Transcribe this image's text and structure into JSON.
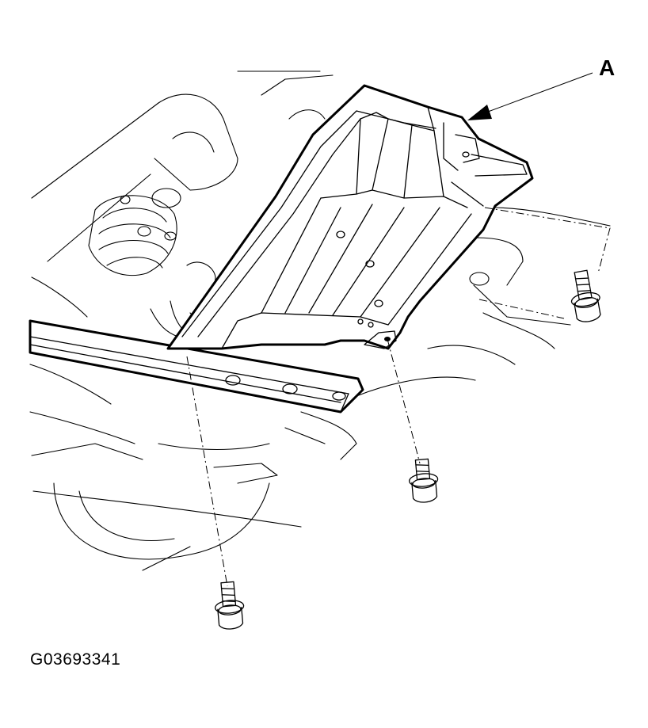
{
  "callout": {
    "label": "A"
  },
  "figure_code": "G03693341",
  "parts": {
    "skid_plate": "skid-plate",
    "bolts": [
      "bolt-right",
      "bolt-center",
      "bolt-left"
    ]
  },
  "colors": {
    "line": "#000000",
    "background": "#ffffff"
  }
}
